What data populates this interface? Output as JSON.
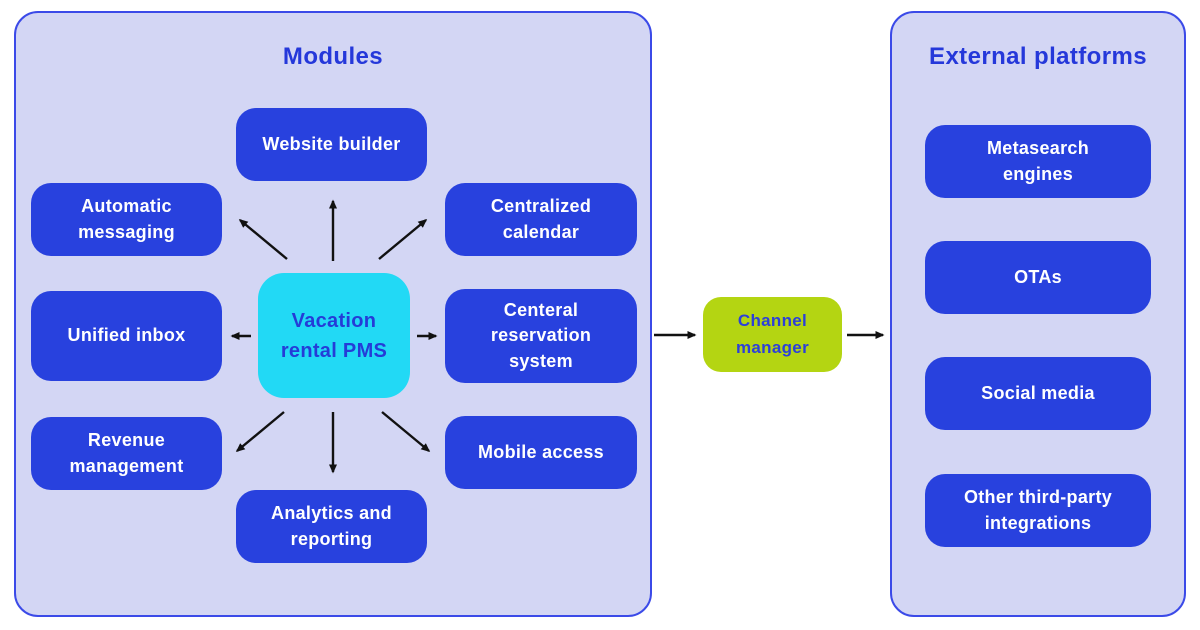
{
  "diagram": {
    "modules_panel": {
      "title": "Modules",
      "center": {
        "label": "Vacation\nrental PMS"
      },
      "nodes": [
        {
          "id": "website-builder",
          "label": "Website builder"
        },
        {
          "id": "automatic-messaging",
          "label": "Automatic\nmessaging"
        },
        {
          "id": "centralized-calendar",
          "label": "Centralized\ncalendar"
        },
        {
          "id": "unified-inbox",
          "label": "Unified inbox"
        },
        {
          "id": "central-reservation",
          "label": "Centeral\nreservation\nsystem"
        },
        {
          "id": "revenue-management",
          "label": "Revenue\nmanagement"
        },
        {
          "id": "analytics-reporting",
          "label": "Analytics and\nreporting"
        },
        {
          "id": "mobile-access",
          "label": "Mobile access"
        }
      ]
    },
    "channel": {
      "label": "Channel\nmanager"
    },
    "external_panel": {
      "title": "External platforms",
      "nodes": [
        {
          "id": "metasearch-engines",
          "label": "Metasearch\nengines"
        },
        {
          "id": "otas",
          "label": "OTAs"
        },
        {
          "id": "social-media",
          "label": "Social media"
        },
        {
          "id": "other-integrations",
          "label": "Other third-party\nintegrations"
        }
      ]
    },
    "connections": [
      {
        "from": "Vacation rental PMS",
        "to": "Website builder"
      },
      {
        "from": "Vacation rental PMS",
        "to": "Automatic messaging"
      },
      {
        "from": "Vacation rental PMS",
        "to": "Centralized calendar"
      },
      {
        "from": "Vacation rental PMS",
        "to": "Unified inbox"
      },
      {
        "from": "Vacation rental PMS",
        "to": "Centeral reservation system"
      },
      {
        "from": "Vacation rental PMS",
        "to": "Revenue management"
      },
      {
        "from": "Vacation rental PMS",
        "to": "Analytics and reporting"
      },
      {
        "from": "Vacation rental PMS",
        "to": "Mobile access"
      },
      {
        "from": "Modules",
        "to": "Channel manager"
      },
      {
        "from": "Channel manager",
        "to": "External platforms"
      }
    ],
    "colors": {
      "page_bg": "#ffffff",
      "panel_bg": "#d3d6f4",
      "panel_border": "#3b4ae8",
      "node_bg": "#2841de",
      "node_text": "#ffffff",
      "center_node_bg": "#22d9f5",
      "center_node_text": "#253cd7",
      "channel_bg": "#b4d512",
      "channel_text": "#2c40d8",
      "title_text": "#2538da",
      "arrow": "#111111"
    }
  }
}
